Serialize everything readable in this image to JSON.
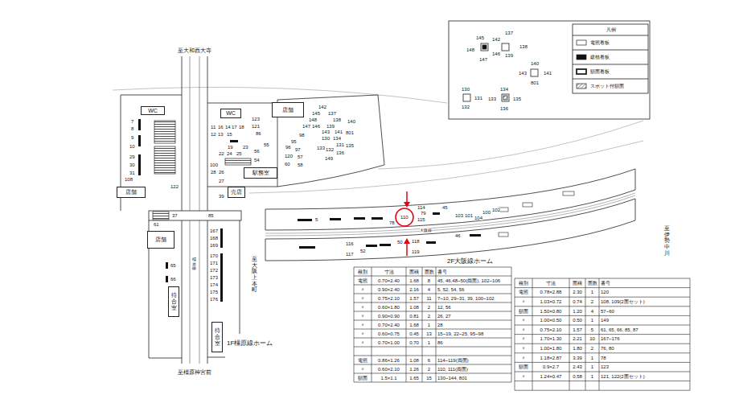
{
  "diagram": {
    "nodes": [
      {
        "text": [
          "店舗"
        ]
      },
      {
        "text": [
          "WC"
        ]
      },
      {
        "text": [
          "WC"
        ]
      },
      {
        "text": [
          "駅務室"
        ]
      },
      {
        "text": [
          "売店"
        ]
      },
      {
        "text": [
          "店舗"
        ]
      },
      {
        "text": [
          "店舗"
        ]
      },
      {
        "text": [
          "待合室"
        ]
      },
      {
        "text": [
          "待合室"
        ]
      }
    ],
    "labels": [
      "至大和西大寺",
      "至橿原神宮前",
      "至大阪上本町",
      "至伊勢中川",
      "1F橿原線ホーム",
      "2F大阪線ホーム",
      "橿原線",
      "大阪線",
      "凡例",
      "7",
      "8",
      "9",
      "10",
      "29",
      "30",
      "31",
      "108",
      "122",
      "61",
      "37",
      "85",
      "65",
      "66",
      "167",
      "168",
      "169",
      "170",
      "171",
      "172",
      "173",
      "174",
      "175",
      "176",
      "11",
      "16",
      "14",
      "17",
      "18",
      "12",
      "13",
      "15",
      "123",
      "121",
      "86",
      "19",
      "23",
      "22",
      "24",
      "25",
      "55",
      "56",
      "54",
      "100",
      "28",
      "26",
      "27",
      "39",
      "98",
      "95",
      "96",
      "97",
      "120",
      "57",
      "60",
      "58",
      "142",
      "145",
      "137",
      "148",
      "138",
      "147",
      "146",
      "139",
      "140",
      "143",
      "141",
      "801",
      "130",
      "134",
      "131",
      "133",
      "132",
      "135",
      "136",
      "149",
      "5",
      "110",
      "114",
      "79",
      "115",
      "78",
      "45",
      "103",
      "101",
      "104",
      "100",
      "102",
      "116",
      "117",
      "52",
      "50",
      "118",
      "119",
      "46",
      "145",
      "142",
      "137",
      "138",
      "148",
      "146",
      "139",
      "147",
      "140",
      "143",
      "141",
      "801",
      "130",
      "131",
      "132",
      "134",
      "133",
      "135",
      "136",
      "種別",
      "寸法",
      "面積",
      "面数",
      "番号",
      "電照",
      "0.70×2.40",
      "1.68",
      "8",
      "45, 46,48~50(両面), 102~106",
      "〃",
      "0.90×2.40",
      "2.16",
      "4",
      "5, 52, 54, 56",
      "〃",
      "0.75×2.10",
      "1.57",
      "11",
      "7~10, 29~31, 39, 100~102",
      "〃",
      "0.60×1.80",
      "1.08",
      "2",
      "12, 56",
      "〃",
      "0.90×0.90",
      "0.81",
      "2",
      "26, 27",
      "〃",
      "0.70×2.40",
      "1.68",
      "1",
      "28",
      "〃",
      "0.60×0.75",
      "0.45",
      "13",
      "15~19, 22~25, 95~98",
      "〃",
      "0.70×1.00",
      "0.70",
      "1",
      "86",
      "電照",
      "0.86×1.26",
      "1.08",
      "6",
      "114~119(両面)",
      "〃",
      "0.60×2.10",
      "1.26",
      "2",
      "110, 111(両面)",
      "額面",
      "1.5×1.1",
      "1.65",
      "15",
      "130~144, 801",
      "種別",
      "寸法",
      "面積",
      "面数",
      "番号",
      "電照",
      "0.78×2.88",
      "2.30",
      "1",
      "120",
      "〃",
      "1.03×0.72",
      "0.74",
      "2",
      "108, 109(2面セット)",
      "額面",
      "1.50×0.80",
      "1.20",
      "4",
      "57~60",
      "〃",
      "1.00×0.50",
      "0.50",
      "1",
      "149",
      "〃",
      "0.75×2.10",
      "1.57",
      "5",
      "61, 65, 66, 85, 87",
      "〃",
      "1.70×1.30",
      "2.21",
      "10",
      "167~176",
      "〃",
      "1.00×1.80",
      "1.80",
      "2",
      "76, 80",
      "〃",
      "1.18×2.87",
      "3.39",
      "1",
      "78",
      "額面",
      "0.9×2.7",
      "2.43",
      "1",
      "123",
      "〃",
      "1.24×0.47",
      "0.58",
      "1",
      "121, 122(2面セット)"
    ],
    "legend": [
      {
        "text": "電照看板"
      },
      {
        "text": "建植看板"
      },
      {
        "text": "額面看板"
      },
      {
        "text": "スポット付額面"
      }
    ]
  }
}
